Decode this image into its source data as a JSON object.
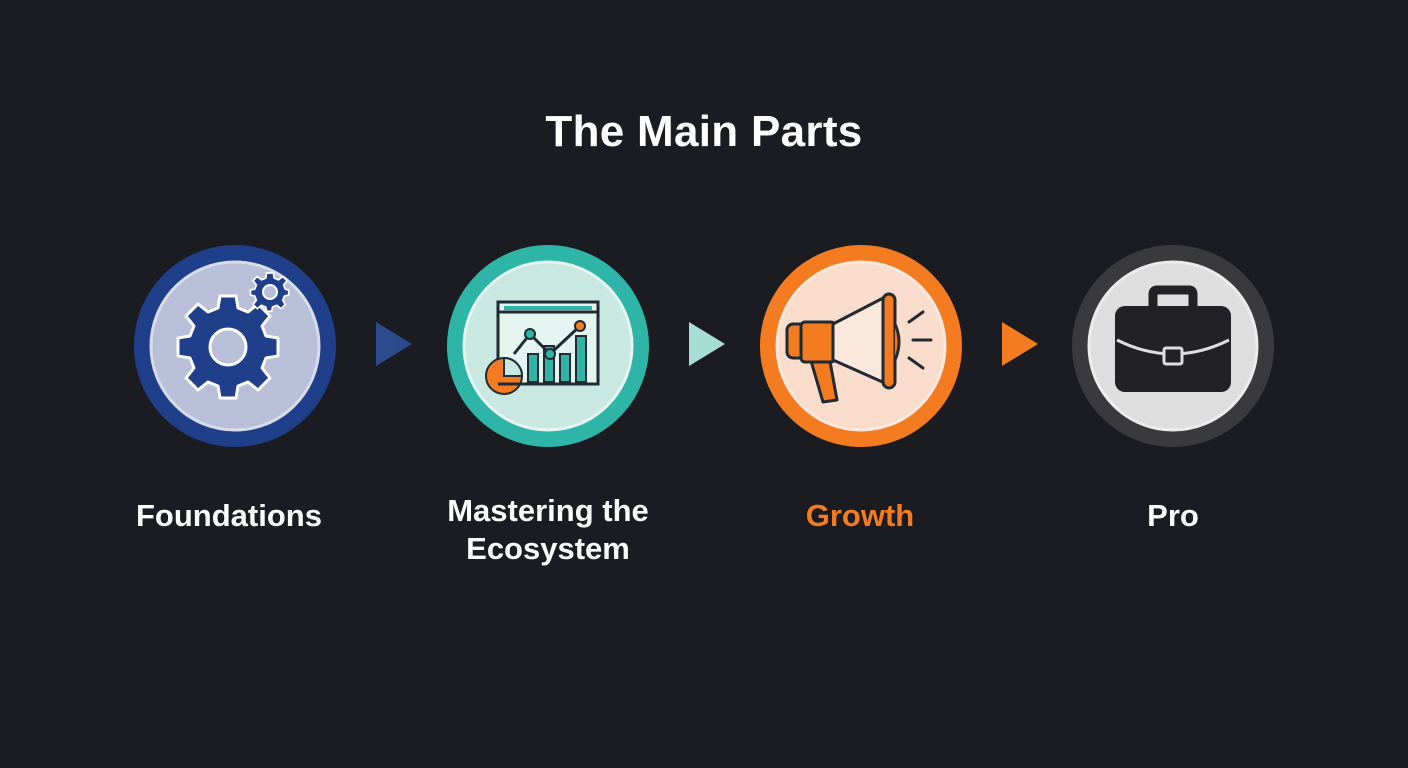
{
  "title": "The Main Parts",
  "steps": [
    {
      "label": "Foundations",
      "icon": "gear-icon",
      "ring_color": "#1f3f8a",
      "fill_color": "#b9bfd8",
      "label_color": "#ffffff"
    },
    {
      "label_line1": "Mastering the",
      "label_line2": "Ecosystem",
      "icon": "analytics-chart-icon",
      "ring_color": "#2fb5a8",
      "fill_color": "#c9e8e2",
      "label_color": "#ffffff"
    },
    {
      "label": "Growth",
      "icon": "megaphone-icon",
      "ring_color": "#f47b20",
      "fill_color": "#f9dccb",
      "label_color": "#f47b20"
    },
    {
      "label": "Pro",
      "icon": "briefcase-icon",
      "ring_color": "#3a3a3c",
      "fill_color": "#dedede",
      "label_color": "#ffffff"
    }
  ],
  "arrows": [
    {
      "icon": "arrow-right-icon",
      "color": "#2c4a8c"
    },
    {
      "icon": "arrow-right-icon",
      "color": "#a8ddd6"
    },
    {
      "icon": "arrow-right-icon",
      "color": "#f47b20"
    }
  ]
}
